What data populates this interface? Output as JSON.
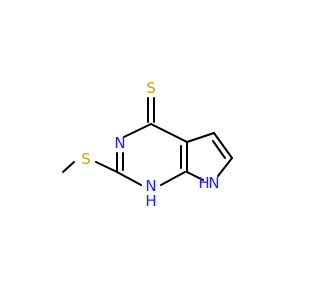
{
  "molecule": {
    "atoms": {
      "thione_s": {
        "symbol": "S",
        "color": "#c8a800"
      },
      "thioether_s": {
        "symbol": "S",
        "color": "#c8a800"
      },
      "n3": {
        "symbol": "N",
        "color": "#2020ff"
      },
      "n1": {
        "symbol": "N",
        "color": "#2020ff"
      },
      "n1_h": {
        "symbol": "H",
        "color": "#2020ff"
      },
      "n7": {
        "symbol": "N",
        "color": "#2020ff"
      },
      "n7_h": {
        "symbol": "H",
        "color": "#2020ff"
      }
    },
    "bond_color": "#000000"
  }
}
